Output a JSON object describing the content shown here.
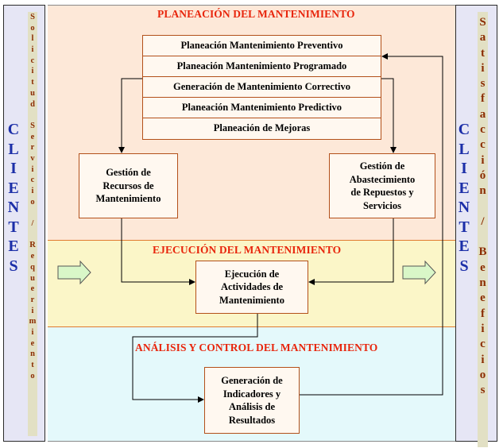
{
  "bands": {
    "planning_title": "PLANEACIÓN DEL MANTENIMIENTO",
    "execution_title": "EJECUCIÓN DEL MANTENIMIENTO",
    "analysis_title": "ANÁLISIS Y CONTROL DEL MANTENIMIENTO"
  },
  "planning_items": [
    "Planeación Mantenimiento Preventivo",
    "Planeación Mantenimiento Programado",
    "Generación de Mantenimiento Correctivo",
    "Planeación Mantenimiento Predictivo",
    "Planeación de Mejoras"
  ],
  "boxes": {
    "recursos": [
      "Gestión de",
      "Recursos de",
      "Mantenimiento"
    ],
    "abastecimiento": [
      "Gestión de",
      "Abastecimiento",
      "de Repuestos y",
      "Servicios"
    ],
    "ejecucion": [
      "Ejecución de",
      "Actividades de",
      "Mantenimiento"
    ],
    "generacion": [
      "Generación de",
      "Indicadores y",
      "Análisis de",
      "Resultados"
    ]
  },
  "left_side": {
    "label": "CLIENTES",
    "strip": "Solicitud Servicio / Requerimiento"
  },
  "right_side": {
    "label": "CLIENTES",
    "strip": "Satisfacción / Beneficios"
  },
  "colors": {
    "title_red": "#e8250c",
    "client_blue": "#1c2fa8",
    "strip_brown": "#8b2b00",
    "box_border": "#b3501a",
    "arrow_fill": "#d9f7c8"
  }
}
